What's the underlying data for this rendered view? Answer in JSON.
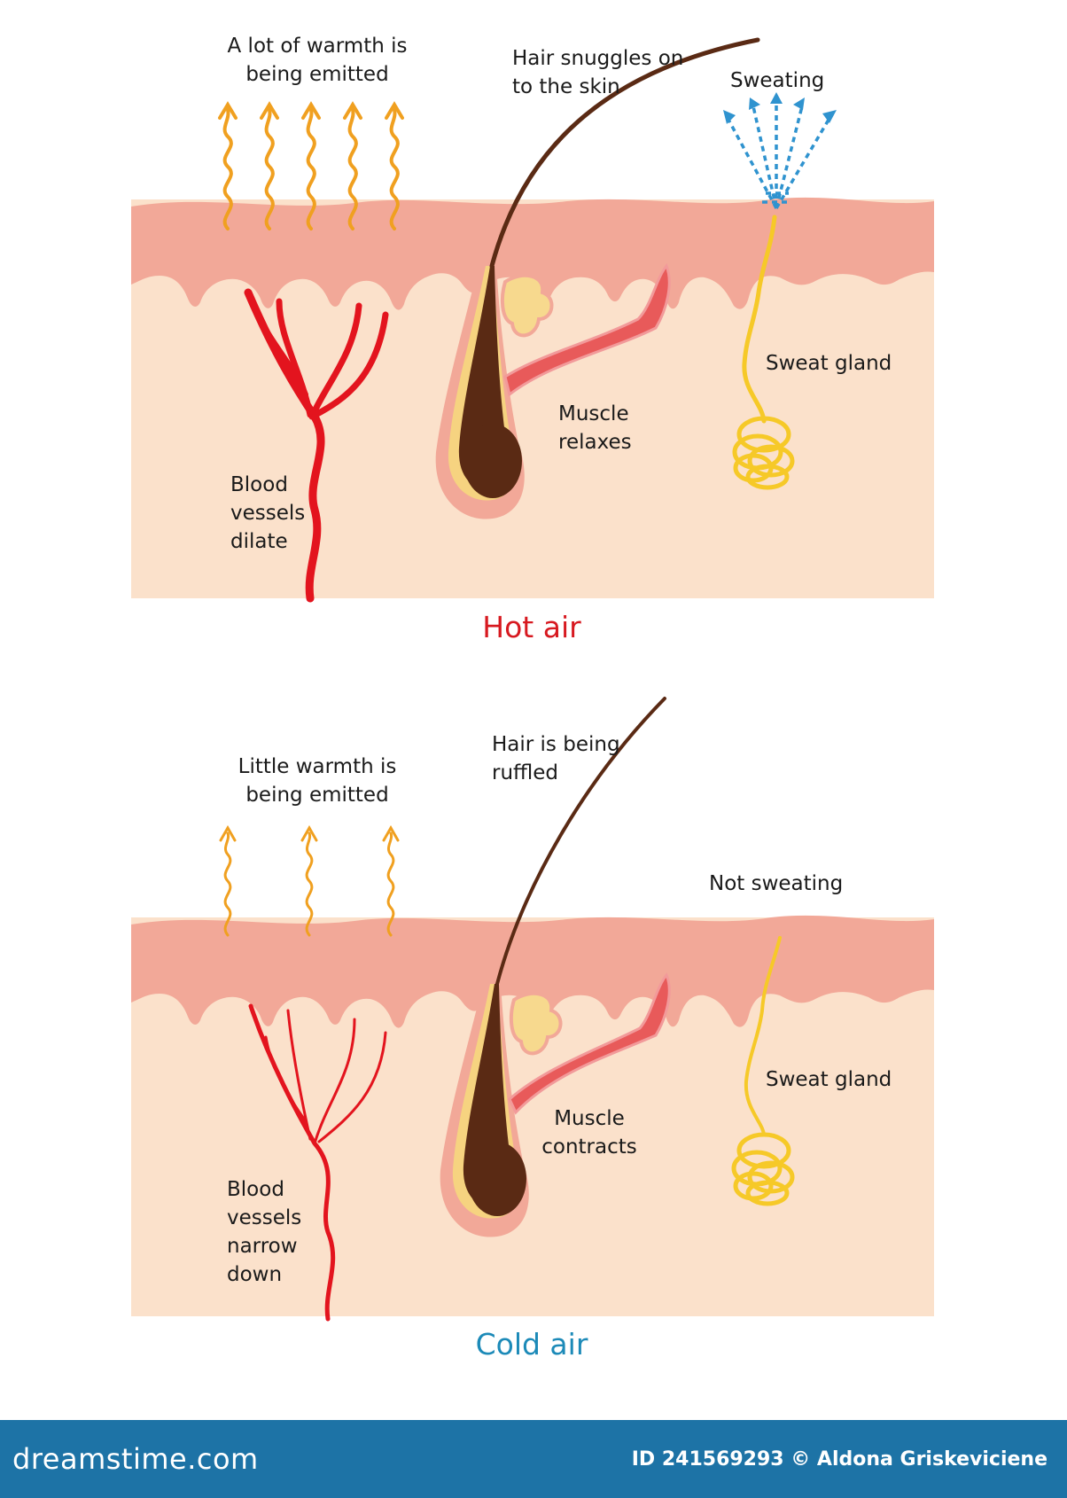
{
  "hot": {
    "warmth": [
      "A lot of warmth is",
      "being emitted"
    ],
    "hair": [
      "Hair snuggles on",
      "to the skin"
    ],
    "sweat": "Sweating",
    "gland": "Sweat gland",
    "muscle": [
      "Muscle",
      "relaxes"
    ],
    "vessels": [
      "Blood",
      "vessels",
      "dilate"
    ],
    "caption": "Hot air"
  },
  "cold": {
    "warmth": [
      "Little warmth is",
      "being emitted"
    ],
    "hair": [
      "Hair is being",
      "ruffled"
    ],
    "sweat": "Not sweating",
    "gland": "Sweat gland",
    "muscle": [
      "Muscle",
      "contracts"
    ],
    "vessels": [
      "Blood",
      "vessels",
      "narrow",
      "down"
    ],
    "caption": "Cold air"
  },
  "footer": {
    "brand": "dreamstime.com",
    "credit": "ID 241569293 © Aldona Griskeviciene"
  },
  "colors": {
    "epidermis": "#f2a898",
    "dermis": "#fbe1cb",
    "vessel": "#e3141e",
    "hair": "#5a2a14",
    "warmth": "#f0a020",
    "sweat": "#2f93cf",
    "gland": "#f6c928",
    "hot_caption": "#d71920",
    "cold_caption": "#1c8ab8",
    "footer": "#1d73a6"
  }
}
